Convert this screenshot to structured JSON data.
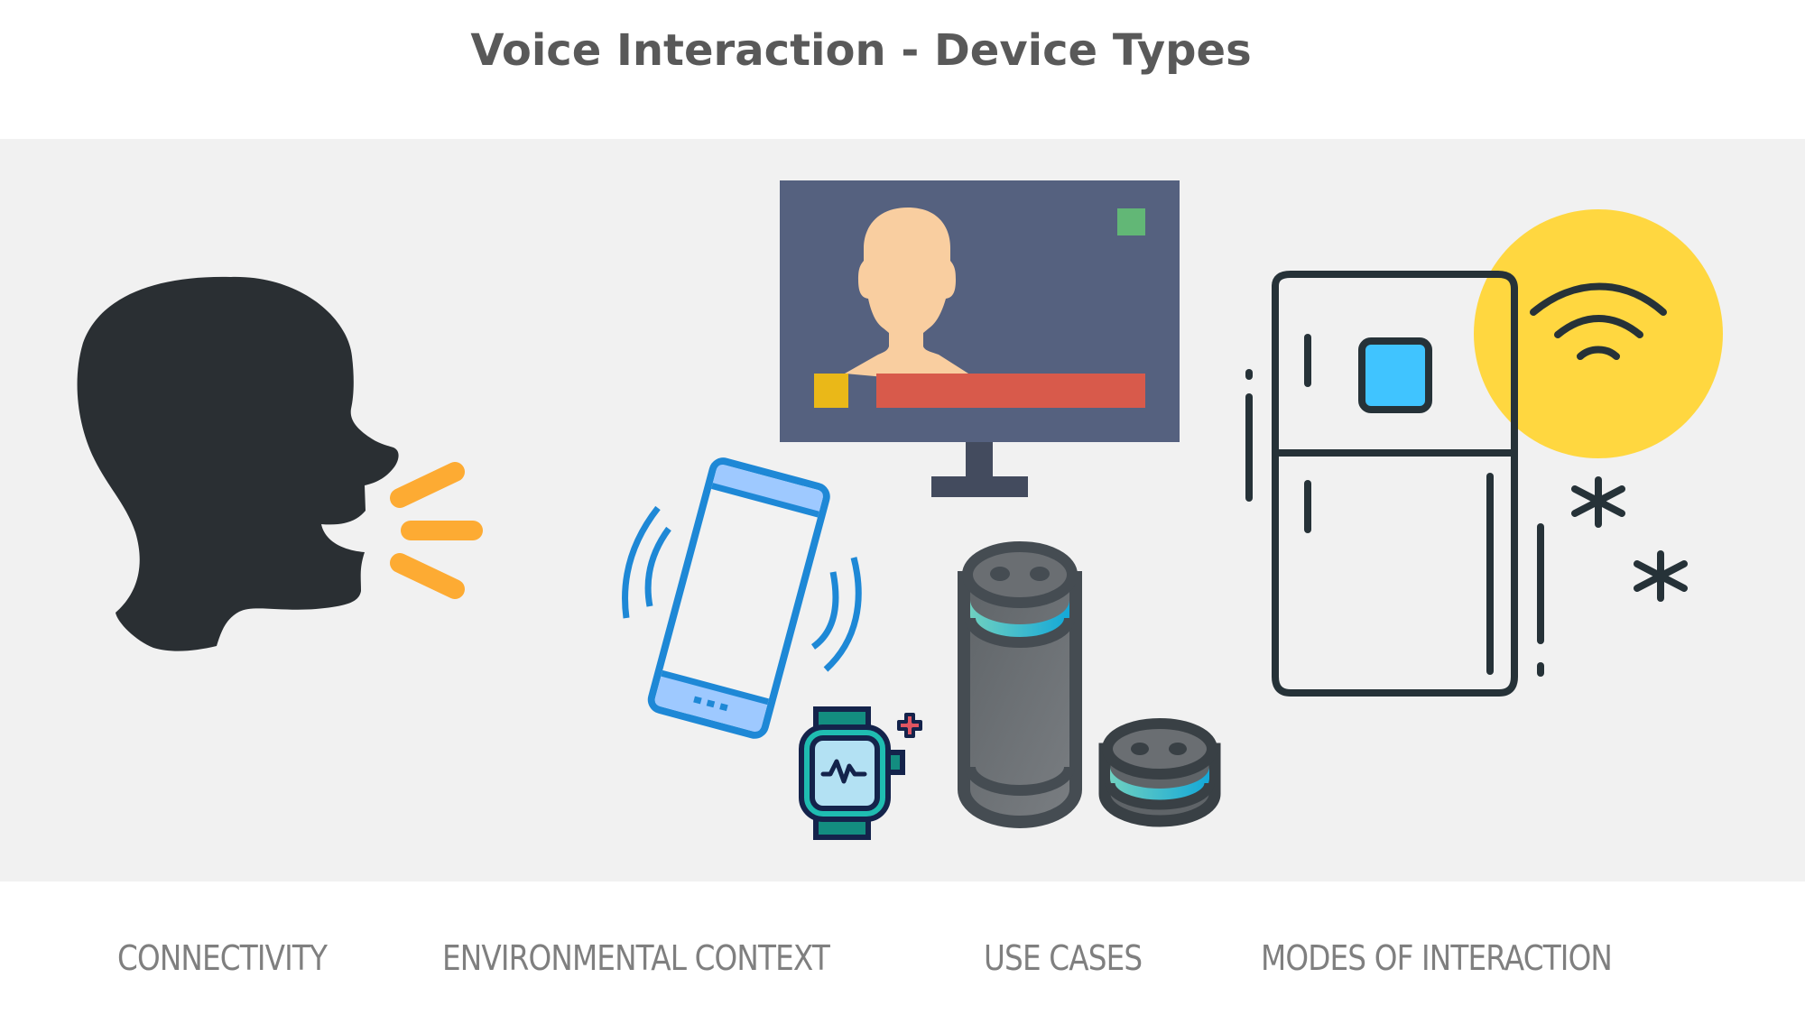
{
  "title": "Voice Interaction - Device Types",
  "labels": [
    "CONNECTIVITY",
    "ENVIRONMENTAL CONTEXT",
    "USE CASES",
    "MODES OF INTERACTION"
  ],
  "colors": {
    "title_text": "#595959",
    "label_text": "#7f7f7f",
    "panel_bg": "#f1f1f1",
    "head": "#2a2f33",
    "speech_lines": "#fdab33",
    "tv_screen": "#55617f",
    "tv_stand": "#434b5e",
    "tv_person": "#f9cea0",
    "tv_bar_red": "#d85a4b",
    "tv_square_yellow": "#eab818",
    "tv_square_green": "#62b776",
    "phone_stroke": "#1e88d6",
    "phone_fill": "#9ec9ff",
    "watch_outline": "#14234b",
    "watch_teal": "#1fbdb1",
    "watch_band": "#138d80",
    "watch_screen": "#b3e1f3",
    "watch_plus": "#e05561",
    "speaker_body": "#6f7377",
    "speaker_outline": "#454c52",
    "speaker_ring": "#3fc3c8",
    "fridge_outline": "#263238",
    "fridge_panel": "#40c4ff",
    "wifi_circle": "#ffd740"
  },
  "devices": [
    {
      "name": "speaking-head",
      "role": "user voice"
    },
    {
      "name": "smart-tv"
    },
    {
      "name": "smartphone"
    },
    {
      "name": "smartwatch"
    },
    {
      "name": "smart-speaker-tall"
    },
    {
      "name": "smart-speaker-dot"
    },
    {
      "name": "smart-fridge"
    }
  ]
}
